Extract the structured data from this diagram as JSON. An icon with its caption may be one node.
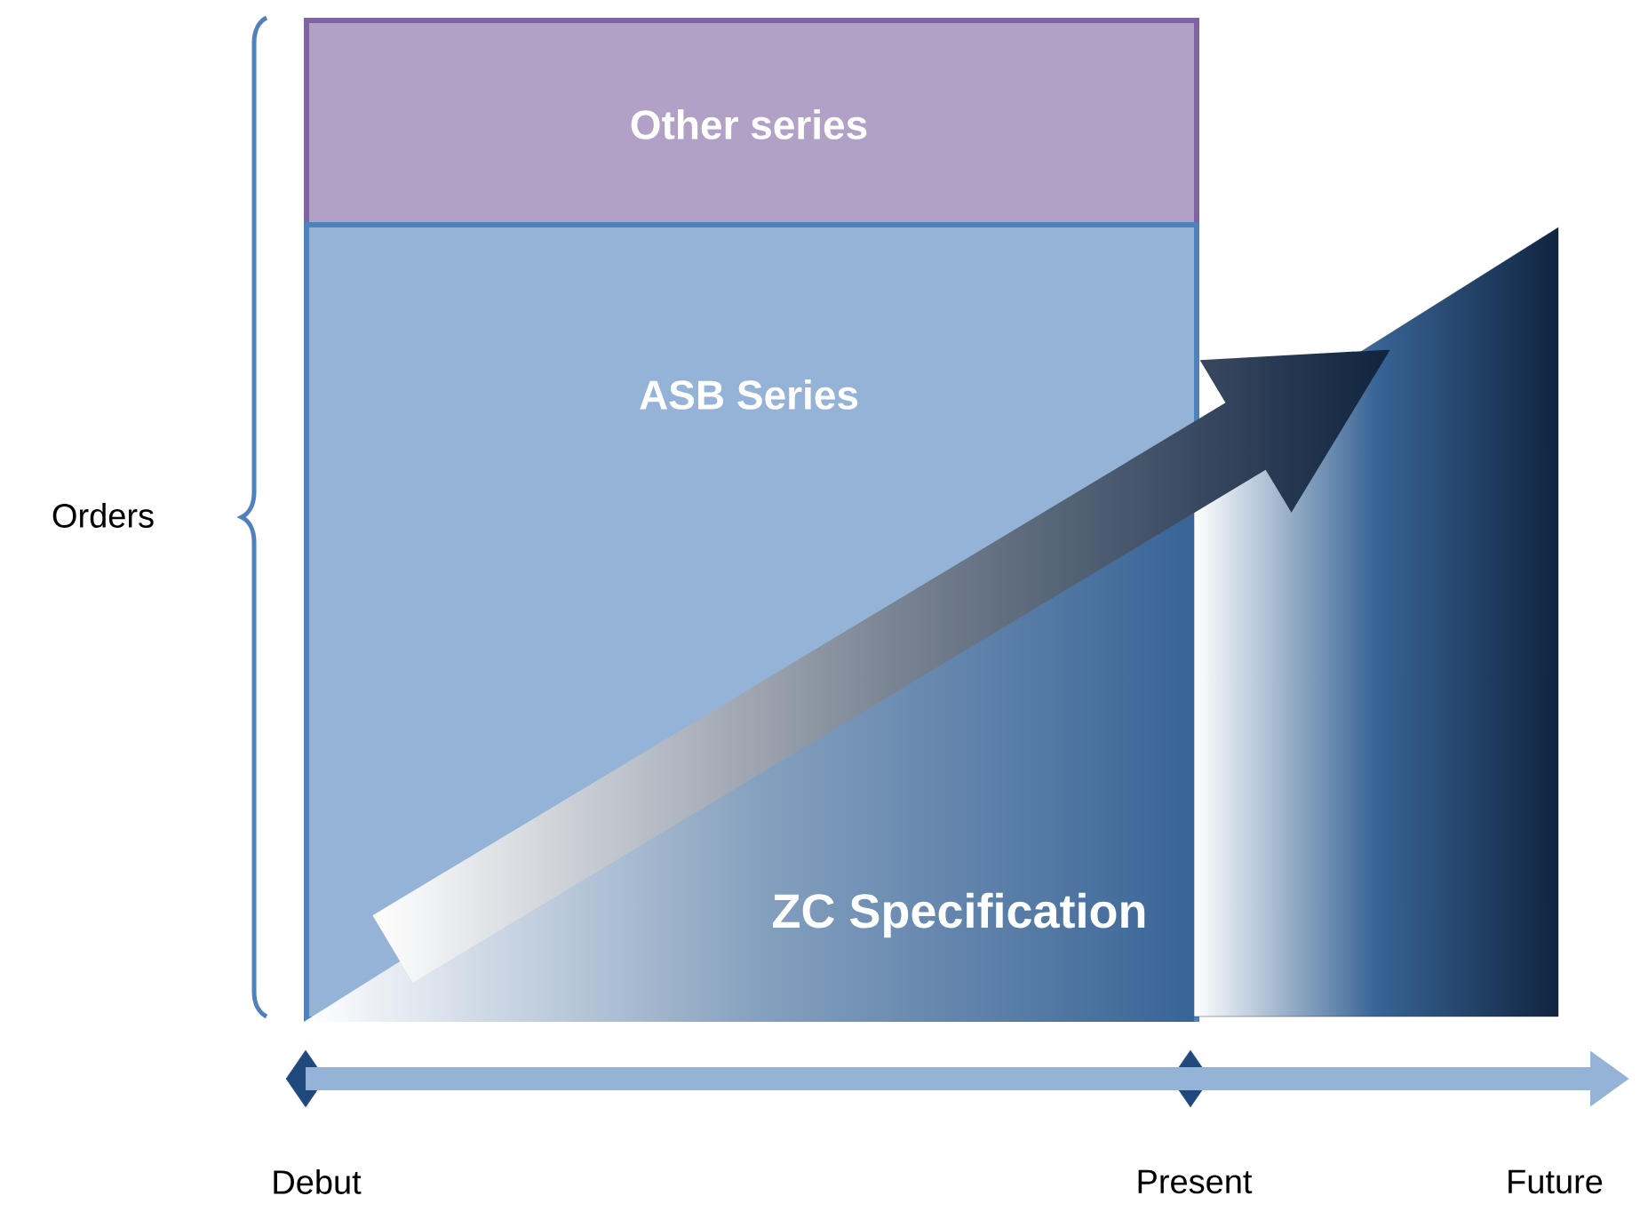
{
  "diagram": {
    "nodes": [
      {
        "text": [
          "Other series"
        ]
      },
      {
        "text": [
          "ASB Series"
        ]
      },
      {
        "text": [
          "ZC Specification"
        ],
        "in": 1
      },
      {
        "text": [],
        "shape": "diamond",
        "beside": [
          "Debut"
        ]
      },
      {
        "text": [],
        "shape": "diamond",
        "beside": [
          "Present"
        ]
      }
    ],
    "edges": [
      {
        "from": 3,
        "to": 4,
        "arrow": "none"
      },
      {
        "from": 4,
        "to": null,
        "arrow": "to"
      }
    ],
    "labels": [
      "Orders",
      "Future"
    ]
  }
}
